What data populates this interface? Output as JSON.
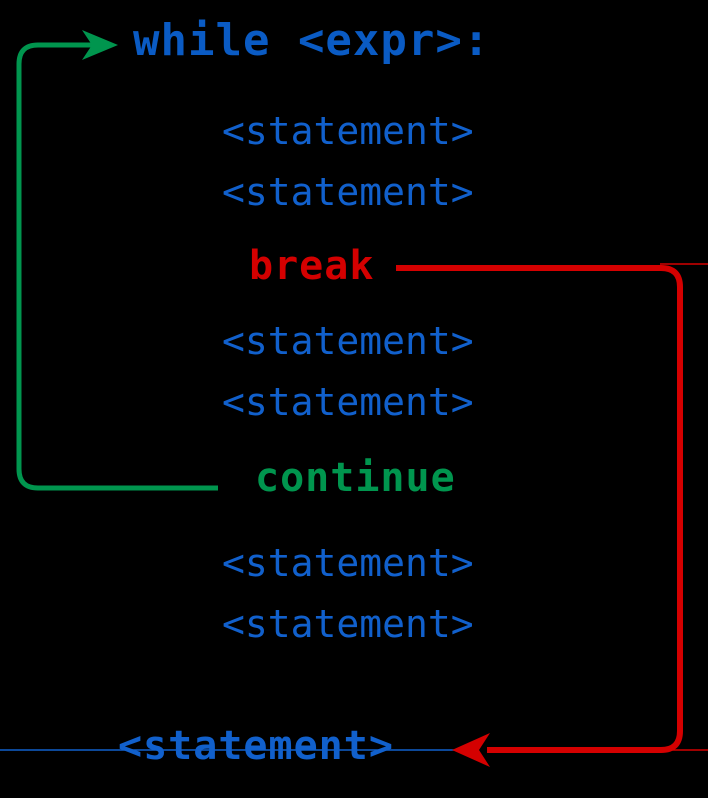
{
  "diagram": {
    "title": "Python while loop with break and continue control flow",
    "background_color": "#000000",
    "colors": {
      "keyword_blue": "#0a5bc4",
      "statement_blue": "#1160cc",
      "break_red": "#d40000",
      "continue_green": "#00954e"
    },
    "code": {
      "while_header": "while <expr>:",
      "statement_1": "<statement>",
      "statement_2": "<statement>",
      "break_keyword": "break",
      "statement_3": "<statement>",
      "statement_4": "<statement>",
      "continue_keyword": "continue",
      "statement_5": "<statement>",
      "statement_6": "<statement>",
      "statement_after_loop": "<statement>"
    },
    "flow_arrows": [
      {
        "name": "continue-arrow",
        "color": "#00954e",
        "from": "continue",
        "to": "while <expr>:",
        "description": "green arrow loops from continue back up to the while header"
      },
      {
        "name": "break-arrow",
        "color": "#d40000",
        "from": "break",
        "to": "<statement> after loop",
        "description": "red arrow exits the loop from break to the statement following the loop"
      },
      {
        "name": "loop-exit-line",
        "color": "#1160cc",
        "from": "loop end",
        "to": "<statement> after loop",
        "description": "thin blue line into the statement after the loop"
      }
    ]
  }
}
